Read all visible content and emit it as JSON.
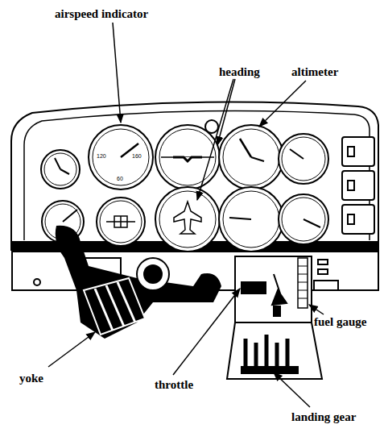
{
  "diagram": {
    "labels": [
      "airspeed indicator",
      "heading",
      "altimeter",
      "120",
      "160",
      "60",
      "yoke",
      "throttle",
      "fuel gauge",
      "landing gear"
    ]
  }
}
